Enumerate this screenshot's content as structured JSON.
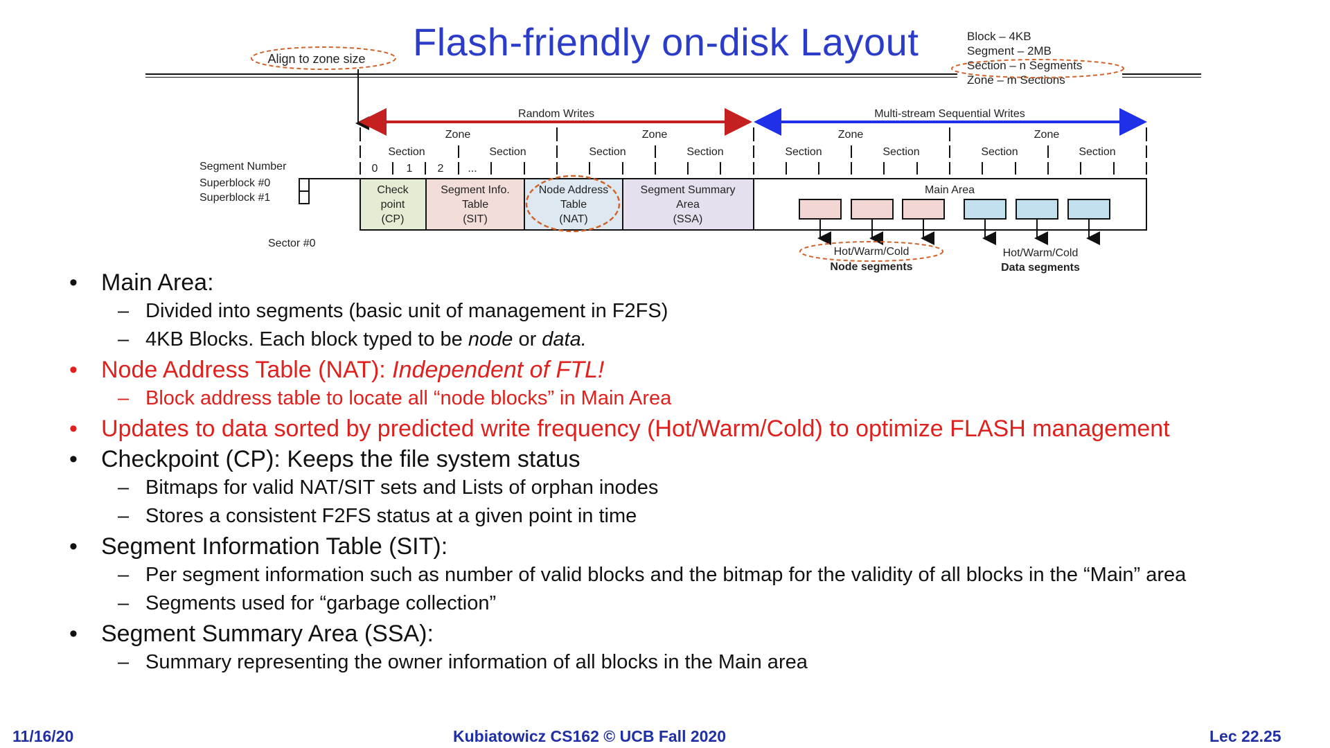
{
  "title": "Flash-friendly on-disk Layout",
  "legend": [
    "Block – 4KB",
    "Segment – 2MB",
    "Section – n Segments",
    "Zone – m Sections"
  ],
  "diagram": {
    "align_note": "Align to zone size",
    "random_writes": "Random Writes",
    "multistream_writes": "Multi-stream Sequential Writes",
    "zone": "Zone",
    "section": "Section",
    "segment_number": "Segment Number",
    "superblock0": "Superblock #0",
    "superblock1": "Superblock #1",
    "sector0": "Sector #0",
    "seg_nums": [
      "0",
      "1",
      "2",
      "..."
    ],
    "cp": [
      "Check",
      "point",
      "(CP)"
    ],
    "sit": [
      "Segment Info.",
      "Table",
      "(SIT)"
    ],
    "nat": [
      "Node Address",
      "Table",
      "(NAT)"
    ],
    "ssa": [
      "Segment Summary",
      "Area",
      "(SSA)"
    ],
    "main_area": "Main Area",
    "node_seg_1": "Hot/Warm/Cold",
    "node_seg_2": "Node segments",
    "data_seg_1": "Hot/Warm/Cold",
    "data_seg_2": "Data segments",
    "colors": {
      "cp": "#e4ecd4",
      "sit": "#f2ddd8",
      "nat": "#dde8f1",
      "ssa": "#e6e0ee",
      "node_box": "#f2d6d4",
      "data_box": "#c2e0ee",
      "red_arrow": "#c42020",
      "blue_arrow": "#2030e8",
      "dashed": "#d2632a"
    }
  },
  "bullets": [
    {
      "level": 1,
      "red": false,
      "parts": [
        {
          "t": "Main Area:"
        }
      ]
    },
    {
      "level": 2,
      "red": false,
      "parts": [
        {
          "t": "Divided into segments (basic unit of management in F2FS)"
        }
      ]
    },
    {
      "level": 2,
      "red": false,
      "parts": [
        {
          "t": "4KB Blocks. Each block typed to be "
        },
        {
          "t": "node",
          "i": true
        },
        {
          "t": " or "
        },
        {
          "t": "data.",
          "i": true
        }
      ]
    },
    {
      "level": 1,
      "red": true,
      "parts": [
        {
          "t": "Node Address Table (NAT): "
        },
        {
          "t": "Independent of FTL!",
          "i": true
        }
      ]
    },
    {
      "level": 2,
      "red": true,
      "parts": [
        {
          "t": "Block address table to locate all “node blocks” in Main Area"
        }
      ]
    },
    {
      "level": 1,
      "red": true,
      "parts": [
        {
          "t": "Updates to data sorted by predicted write frequency (Hot/Warm/Cold) to optimize FLASH  management"
        }
      ]
    },
    {
      "level": 1,
      "red": false,
      "parts": [
        {
          "t": "Checkpoint (CP): Keeps the file system status"
        }
      ]
    },
    {
      "level": 2,
      "red": false,
      "parts": [
        {
          "t": "Bitmaps for valid NAT/SIT sets and Lists of orphan inodes"
        }
      ]
    },
    {
      "level": 2,
      "red": false,
      "parts": [
        {
          "t": "Stores a consistent F2FS status at a given point in time"
        }
      ]
    },
    {
      "level": 1,
      "red": false,
      "parts": [
        {
          "t": "Segment Information Table (SIT):"
        }
      ]
    },
    {
      "level": 2,
      "red": false,
      "parts": [
        {
          "t": "Per segment information such as number of valid blocks and the bitmap for the validity of all blocks in the “Main” area"
        }
      ]
    },
    {
      "level": 2,
      "red": false,
      "parts": [
        {
          "t": "Segments used for “garbage collection”"
        }
      ]
    },
    {
      "level": 1,
      "red": false,
      "parts": [
        {
          "t": "Segment Summary Area (SSA):"
        }
      ]
    },
    {
      "level": 2,
      "red": false,
      "parts": [
        {
          "t": "Summary representing the owner information of all blocks in the Main area"
        }
      ]
    }
  ],
  "footer": {
    "date": "11/16/20",
    "center": "Kubiatowicz CS162 © UCB Fall 2020",
    "page": "Lec 22.25"
  }
}
